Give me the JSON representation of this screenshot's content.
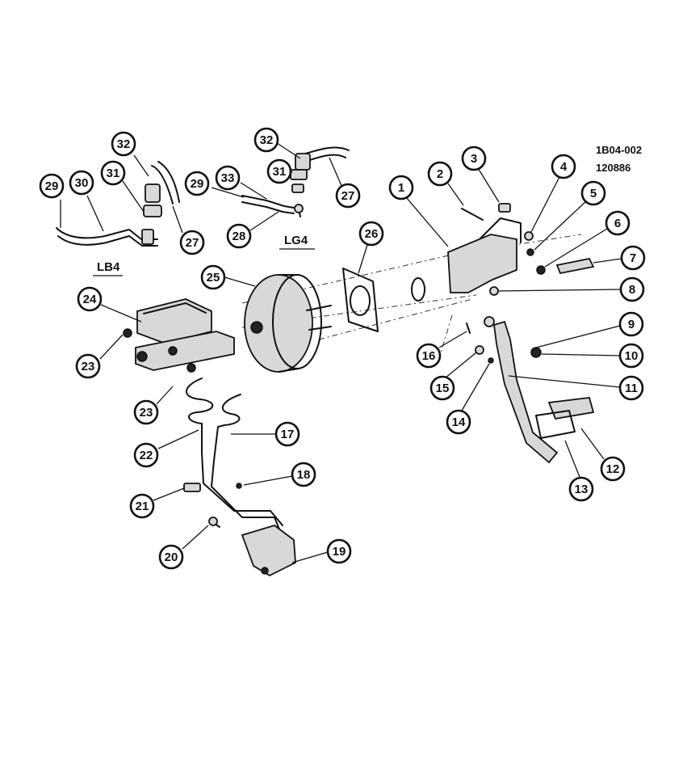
{
  "figure": {
    "code": "1B04-002",
    "date_code": "120886",
    "variant_labels": [
      "LG4",
      "LB4"
    ]
  },
  "callouts": [
    "1",
    "2",
    "3",
    "4",
    "5",
    "6",
    "7",
    "8",
    "9",
    "10",
    "11",
    "12",
    "13",
    "14",
    "15",
    "16",
    "17",
    "18",
    "19",
    "20",
    "21",
    "22",
    "23",
    "23",
    "24",
    "25",
    "26",
    "27",
    "27",
    "28",
    "29",
    "29",
    "30",
    "31",
    "31",
    "32",
    "32",
    "33"
  ],
  "colors": {
    "ink": "#111111",
    "paper": "#ffffff",
    "shade": "#d8d8d8"
  }
}
